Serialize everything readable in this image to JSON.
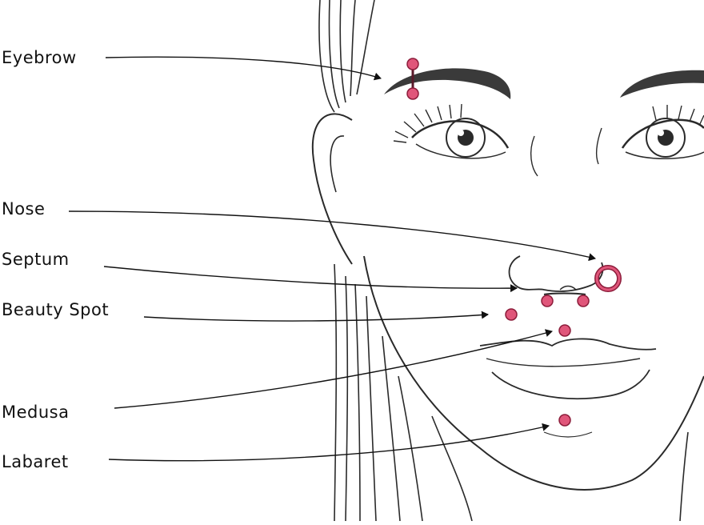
{
  "labels": {
    "eyebrow": "Eyebrow",
    "nose": "Nose",
    "septum": "Septum",
    "beauty_spot": "Beauty Spot",
    "medusa": "Medusa",
    "labaret": "Labaret"
  },
  "colors": {
    "line": "#2a2a2a",
    "brow": "#3a3a3a",
    "jewel_fill": "#e0567a",
    "jewel_stroke": "#8c1c3a",
    "label_text": "#111111"
  }
}
